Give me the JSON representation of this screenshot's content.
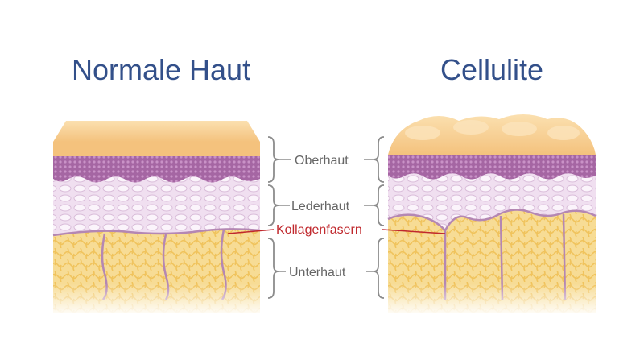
{
  "titles": {
    "left": "Normale Haut",
    "right": "Cellulite"
  },
  "labels": {
    "epidermis": "Oberhaut",
    "dermis": "Lederhaut",
    "collagen": "Kollagenfasern",
    "hypodermis": "Unterhaut"
  },
  "colors": {
    "title": "#33508a",
    "label": "#666666",
    "collagen_label": "#c0282d",
    "skin_surface": "#f8cf92",
    "epidermis": "#a56aa4",
    "dermis": "#efdcef",
    "fat": "#f6d889",
    "collagen_fiber": "#b487b3"
  }
}
